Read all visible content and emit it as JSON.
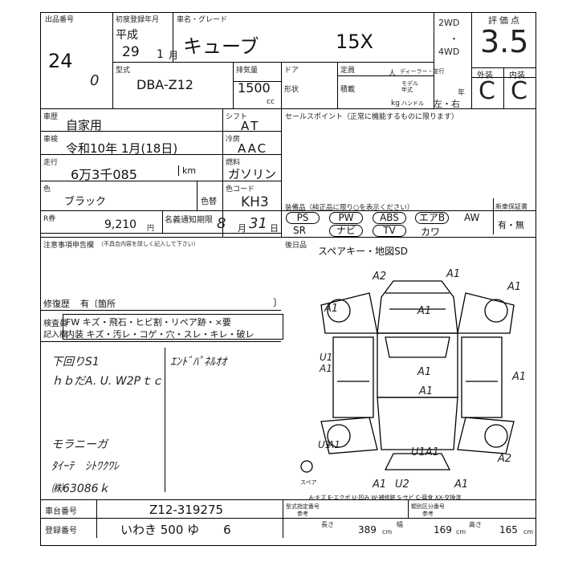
{
  "header": {
    "lot_label": "出品番号",
    "lot_number": "24",
    "lot_hand": "0",
    "reg_label": "初度登録年月",
    "era": "平成",
    "year": "29",
    "month_suffix": "1",
    "month_unit": "月",
    "name_label": "車名・グレード",
    "car_name": "キューブ",
    "grade": "15X",
    "drive_2wd": "2WD",
    "drive_dot": "・",
    "drive_4wd": "4WD",
    "score_label": "評価点",
    "score": "3.5",
    "exterior_label": "外装",
    "interior_label": "内装",
    "exterior": "C",
    "interior": "C"
  },
  "spec": {
    "model_label": "型式",
    "model": "DBA-Z12",
    "displacement_label": "排気量",
    "displacement": "1500",
    "cc": "cc",
    "door_label": "ドア",
    "capacity_label": "定員",
    "capacity_unit": "人",
    "dealer_label": "ディーラー・並行",
    "shape_label": "形状",
    "load_label": "積載",
    "load_unit": "kg",
    "model_year_label": "モデル年式",
    "year_unit": "年",
    "handle_label": "ハンドル",
    "handle_value": "左・右"
  },
  "reg": {
    "usage_label": "車歴",
    "usage": "自家用",
    "shift_label": "シフト",
    "shift": "AT",
    "inspection_label": "車検",
    "inspection": "令和10年 1月(18日)",
    "ac_label": "冷房",
    "ac": "AAC",
    "mileage_label": "走行",
    "mileage": "6万3千085",
    "mileage_unit": "km",
    "fuel_label": "燃料",
    "fuel": "ガソリン",
    "color_label": "色",
    "color": "ブラック",
    "color_change_label": "色替",
    "color_code_label": "色コード",
    "color_code": "KH3",
    "recycle_label": "R券",
    "recycle": "9,210",
    "recycle_unit": "円",
    "tax_label": "名義通知期限",
    "tax_month": "8",
    "tax_month_unit": "月",
    "tax_day": "31",
    "tax_day_unit": "日"
  },
  "sales_point": {
    "label": "セールスポイント（正常に機能するものに限ります）"
  },
  "equipment": {
    "label": "装備品（純正品に限り○を表示ください）",
    "new_car_warranty_label": "新車保証書",
    "warranty_value": "有・無",
    "row1": [
      "PS",
      "PW",
      "ABS",
      "エアB",
      "AW"
    ],
    "row2": [
      "SR",
      "ナビ",
      "TV",
      "カワ"
    ]
  },
  "accessories": {
    "label": "後日品",
    "value": "スペアキー・地図SD"
  },
  "notes": {
    "label": "注意事項申告欄",
    "sub_label": "（不具合内容を詳しく記入して下さい）",
    "repair_label": "修復歴",
    "repair_value": "有〔箇所",
    "repair_end": "〕"
  },
  "inspector": {
    "label1": "検査員",
    "label2": "記入欄",
    "line1": "FW キズ・飛石・ヒビ割・リペア跡・×要",
    "line2": "内装 キズ・汚レ・コゲ・穴・スレ・キレ・破レ",
    "hand_lines": [
      "下回りS1",
      "ｈｂだA. U. W2Pｔｃ",
      "ｴﾝﾄﾞﾊﾟﾈﾙｵｵ",
      "モラニーガ",
      "ﾀｲｰﾃ　ｼﾄﾜｸﾜﾚ",
      "㈱63086ｋ"
    ]
  },
  "diagram": {
    "spare_label": "スペア",
    "legend": "A-キズ E-エクボ U-凹み W-補修跡 S-サビ C-腐食 XX-交換済",
    "marks": [
      "A2",
      "A1",
      "A1",
      "A1",
      "A1",
      "U1",
      "A1",
      "A1",
      "A1",
      "A1",
      "U1",
      "A1",
      "U1A1",
      "A2",
      "A1",
      "U2",
      "A1"
    ]
  },
  "footer": {
    "chassis_label": "車台番号",
    "chassis": "Z12-319275",
    "plate_label": "登録番号",
    "plate": "いわき 500 ゆ　　6",
    "model_no_label": "型式指定番号",
    "type_no_label": "類別区分番号",
    "ref": "参考",
    "length_label": "長さ",
    "length": "389",
    "width_label": "幅",
    "width": "169",
    "height_label": "高さ",
    "height": "165",
    "unit": "cm"
  }
}
